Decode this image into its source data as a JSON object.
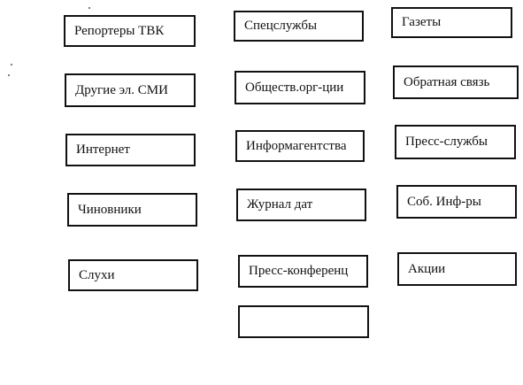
{
  "boxes": [
    {
      "label": "Репортеры ТВК"
    },
    {
      "label": "Спецслужбы"
    },
    {
      "label": "Газеты"
    },
    {
      "label": "Другие эл. СМИ"
    },
    {
      "label": "Обществ.орг-ции"
    },
    {
      "label": "Обратная связь"
    },
    {
      "label": "Интернет"
    },
    {
      "label": "Информагентства"
    },
    {
      "label": "Пресс-службы"
    },
    {
      "label": "Чиновники"
    },
    {
      "label": "Журнал дат"
    },
    {
      "label": "Соб. Инф-ры"
    },
    {
      "label": "Слухи"
    },
    {
      "label": "Пресс-конференц"
    },
    {
      "label": "Акции"
    },
    {
      "label": ""
    }
  ]
}
